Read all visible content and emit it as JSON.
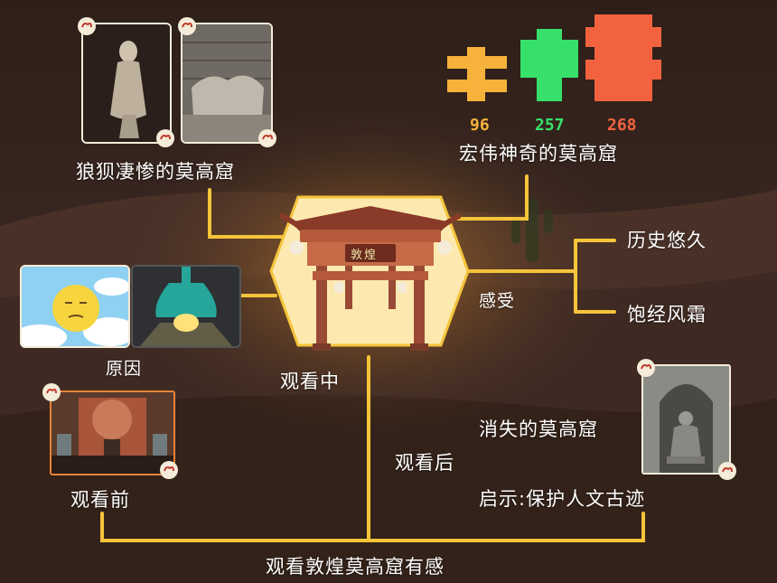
{
  "title": "观看敦煌莫高窟有感",
  "center_sign": "敦煌",
  "nodes": {
    "before": "观看前",
    "during": "观看中",
    "after": "观看后",
    "reason": "原因",
    "feeling": "感受",
    "feel_a": "历史悠久",
    "feel_b": "饱经风霜",
    "ruined": "狼狈凄惨的莫高窟",
    "magnificent": "宏伟神奇的莫高窟",
    "lost": "消失的莫高窟",
    "lesson": "启示:保护人文古迹"
  },
  "stats": {
    "numbers": [
      "96",
      "257",
      "268"
    ],
    "colors": [
      "#f6b23a",
      "#37e06a",
      "#f2623f"
    ]
  },
  "icons": {
    "center": "archway-gate-icon",
    "sun": "sleepy-sun-icon",
    "lamp": "lamp-icon",
    "ornament": "cloud-ornament-icon"
  },
  "colors": {
    "line": "#f5c43a",
    "hex_fill": "#fde9b0",
    "frame": "#e8823a"
  }
}
